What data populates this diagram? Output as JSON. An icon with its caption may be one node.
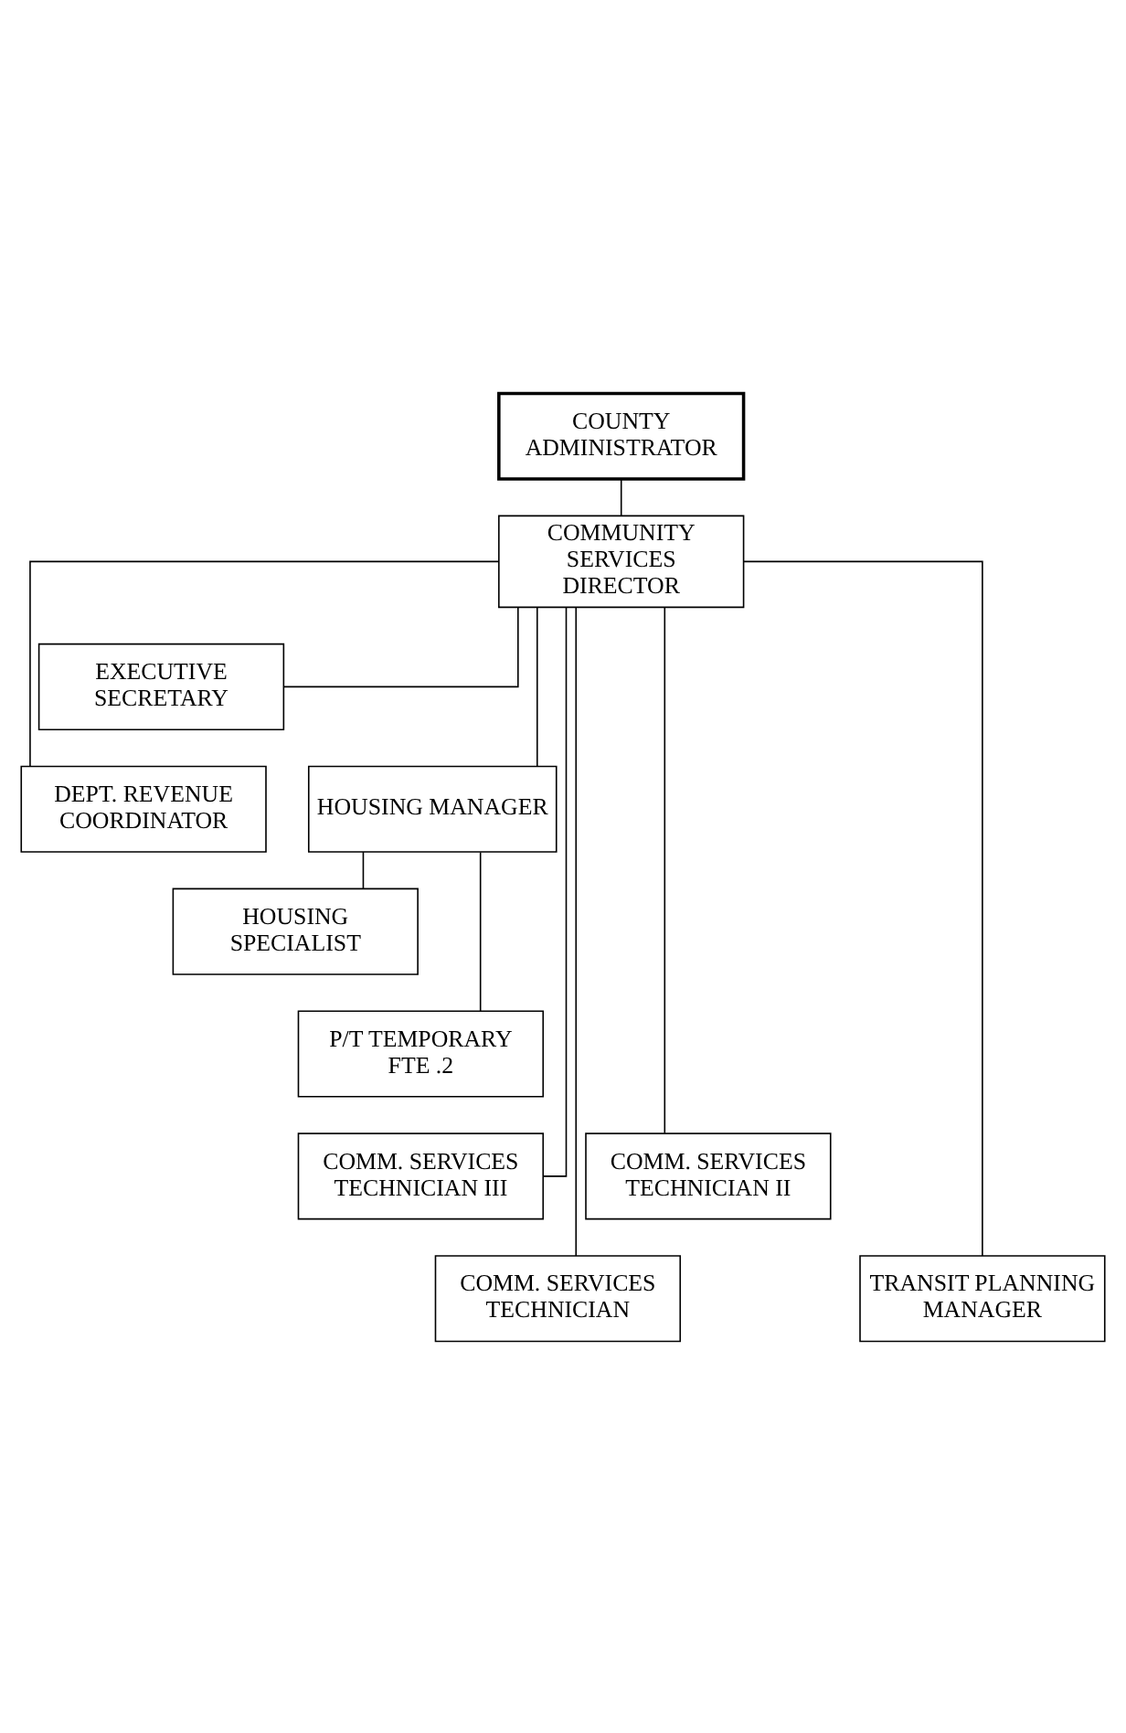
{
  "diagram": {
    "nodes": [
      {
        "text": [
          "COUNTY ADMINISTRATOR"
        ]
      },
      {
        "text": [
          "COMMUNITY SERVICES DIRECTOR"
        ]
      },
      {
        "text": [
          "EXECUTIVE SECRETARY"
        ]
      },
      {
        "text": [
          "DEPT. REVENUE COORDINATOR"
        ]
      },
      {
        "text": [
          "HOUSING MANAGER"
        ]
      },
      {
        "text": [
          "HOUSING SPECIALIST"
        ]
      },
      {
        "text": [
          "P/T TEMPORARY FTE .2"
        ]
      },
      {
        "text": [
          "COMM. SERVICES TECHNICIAN III"
        ]
      },
      {
        "text": [
          "COMM. SERVICES TECHNICIAN II"
        ]
      },
      {
        "text": [
          "COMM. SERVICES TECHNICIAN"
        ]
      },
      {
        "text": [
          "TRANSIT PLANNING MANAGER"
        ]
      }
    ],
    "edges": [
      {
        "from": 0,
        "to": 1,
        "arrow": "none"
      },
      {
        "from": 1,
        "to": 2,
        "arrow": "none"
      },
      {
        "from": 1,
        "to": 3,
        "arrow": "none"
      },
      {
        "from": 1,
        "to": 4,
        "arrow": "none"
      },
      {
        "from": 4,
        "to": 5,
        "arrow": "none"
      },
      {
        "from": 4,
        "to": 6,
        "arrow": "none"
      },
      {
        "from": 1,
        "to": 7,
        "arrow": "none"
      },
      {
        "from": 1,
        "to": 8,
        "arrow": "none"
      },
      {
        "from": 1,
        "to": 9,
        "arrow": "none"
      },
      {
        "from": 1,
        "to": 10,
        "arrow": "none"
      }
    ]
  }
}
